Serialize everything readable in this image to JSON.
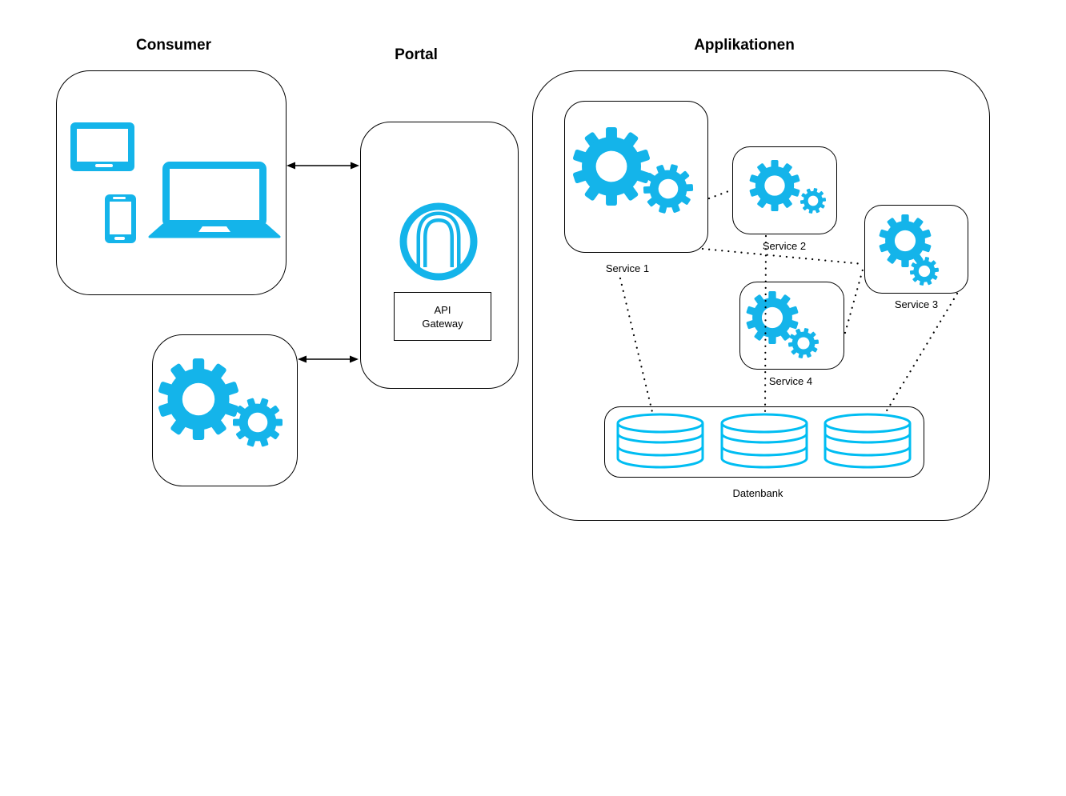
{
  "colors": {
    "accent": "#14b4ea",
    "cylinder": "#00bdf2",
    "line": "#000000"
  },
  "groups": {
    "consumer": {
      "title": "Consumer",
      "icons": [
        "tablet",
        "smartphone",
        "laptop"
      ]
    },
    "consumer_gears": {
      "icons": [
        "gears"
      ]
    },
    "portal": {
      "title": "Portal",
      "icon": "gateway-arch",
      "gateway_label_line1": "API",
      "gateway_label_line2": "Gateway"
    },
    "applications": {
      "title": "Applikationen",
      "services": [
        {
          "label": "Service 1",
          "icon": "gears"
        },
        {
          "label": "Service 2",
          "icon": "gears"
        },
        {
          "label": "Service 3",
          "icon": "gears"
        },
        {
          "label": "Service 4",
          "icon": "gears"
        }
      ],
      "database": {
        "label": "Datenbank",
        "cylinder_count": 3
      }
    }
  },
  "connections": [
    {
      "from": "Consumer",
      "to": "Portal",
      "style": "double-arrow"
    },
    {
      "from": "Consumer gears",
      "to": "Portal",
      "style": "double-arrow"
    },
    {
      "from": "Service 1",
      "to": "Service 2",
      "style": "dotted"
    },
    {
      "from": "Service 1",
      "to": "Service 3",
      "style": "dotted"
    },
    {
      "from": "Service 1",
      "to": "Datenbank",
      "style": "dotted"
    },
    {
      "from": "Service 2",
      "to": "Datenbank",
      "style": "dotted"
    },
    {
      "from": "Service 4",
      "to": "Service 3",
      "style": "dotted"
    },
    {
      "from": "Service 3",
      "to": "Datenbank",
      "style": "dotted"
    }
  ]
}
